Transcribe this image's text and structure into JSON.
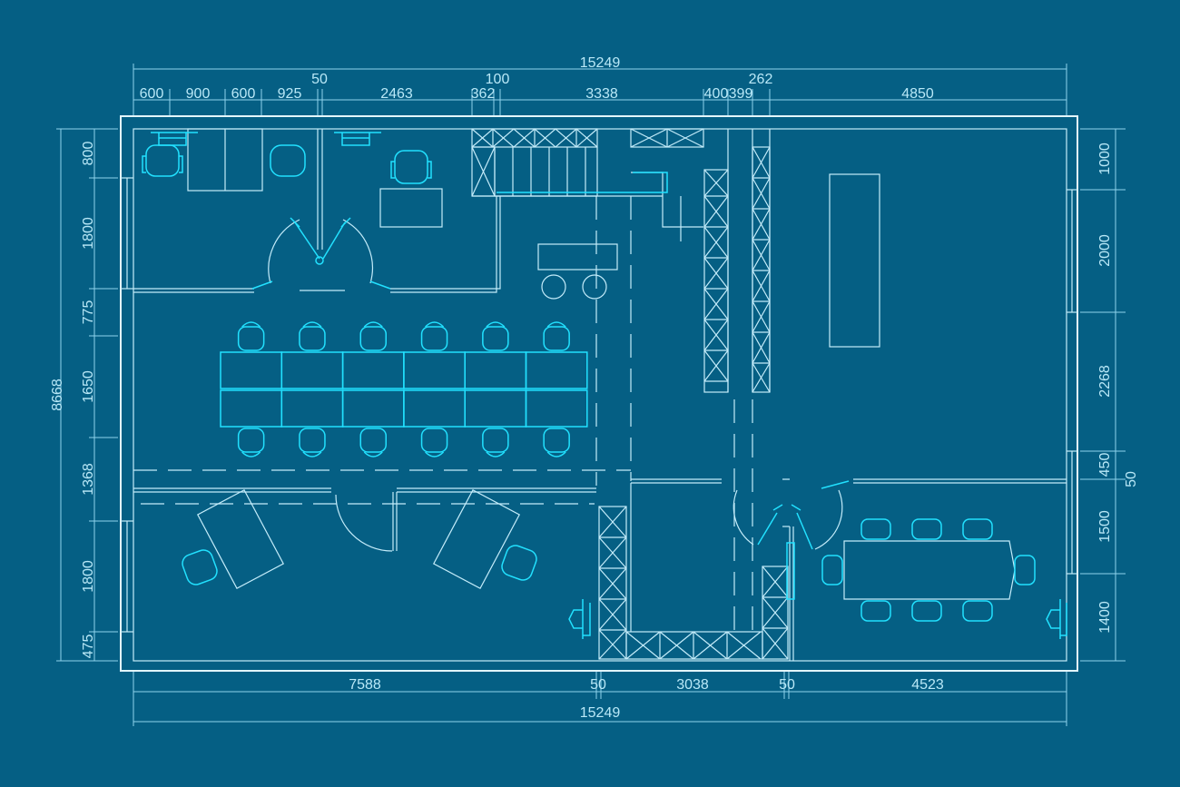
{
  "colors": {
    "background": "#055f84",
    "line": "#c4ecfa",
    "accent": "#22e1ff"
  },
  "dimensions": {
    "top_total": "15249",
    "top_upper": [
      "50",
      "100",
      "262"
    ],
    "top_row": [
      "600",
      "900",
      "600",
      "925",
      "2463",
      "362",
      "3338",
      "400",
      "399",
      "4850"
    ],
    "bottom_row": [
      "7588",
      "50",
      "3038",
      "50",
      "4523"
    ],
    "bottom_total": "15249",
    "left_total": "8668",
    "left_row": [
      "800",
      "1800",
      "775",
      "1650",
      "1368",
      "1800",
      "475"
    ],
    "right_row": [
      "1000",
      "2000",
      "2268",
      "450",
      "1500",
      "1400"
    ],
    "right_extra": "50"
  }
}
